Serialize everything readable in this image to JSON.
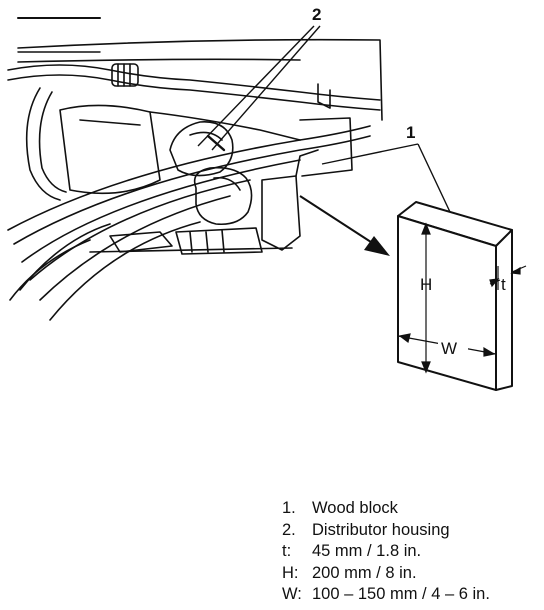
{
  "callouts": {
    "part_1": "1",
    "part_2": "2"
  },
  "dimension_labels": {
    "height": "H",
    "width": "W",
    "thickness": "t"
  },
  "legend": [
    {
      "key": "1.",
      "text": "Wood block"
    },
    {
      "key": "2.",
      "text": "Distributor housing"
    },
    {
      "key": "t:",
      "text": "45 mm / 1.8 in."
    },
    {
      "key": "H:",
      "text": "200 mm / 8 in."
    },
    {
      "key": "W:",
      "text": "100 – 150 mm / 4 – 6 in."
    }
  ]
}
